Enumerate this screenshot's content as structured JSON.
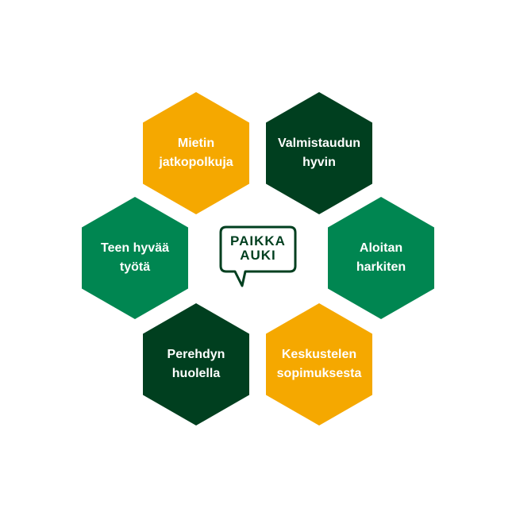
{
  "hexagons": {
    "h1": {
      "line1": "Mietin",
      "line2": "jatkopolkuja",
      "color": "#f5a800"
    },
    "h2": {
      "line1": "Valmistaudun",
      "line2": "hyvin",
      "color": "#003f1f"
    },
    "h3": {
      "line1": "Teen hyvää",
      "line2": "työtä",
      "color": "#008651"
    },
    "h4": {
      "line1": "Aloitan",
      "line2": "harkiten",
      "color": "#008651"
    },
    "h5": {
      "line1": "Perehdyn",
      "line2": "huolella",
      "color": "#003f1f"
    },
    "h6": {
      "line1": "Keskustelen",
      "line2": "sopimuksesta",
      "color": "#f5a800"
    }
  },
  "logo": {
    "line1": "PAIKKA",
    "line2": "AUKI",
    "icon": "speech-bubble-icon",
    "color": "#003f1f"
  }
}
